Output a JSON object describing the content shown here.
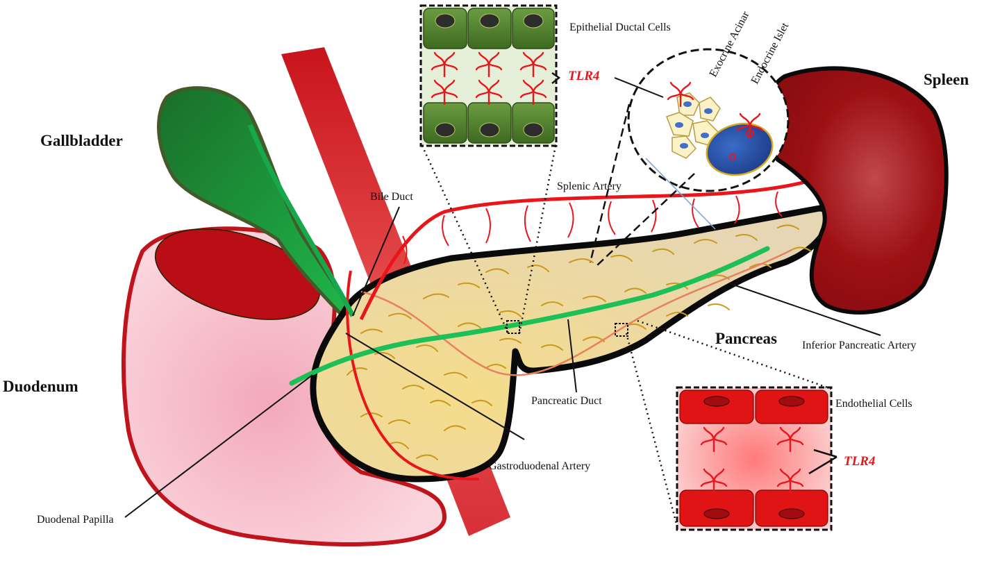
{
  "colors": {
    "tlr4": "#e8151b",
    "gallbladder": "#1f8a2e",
    "duodenum_fill": "#f6c3cd",
    "duodenum_outline": "#c0141c",
    "pancreas_fill": "#ecd8a6",
    "duct": "#1fbf57",
    "spleen": "#9d1014",
    "artery": "#e8151b",
    "ductal_cell": "#4d7d2c",
    "endothelial_cell": "#e01414",
    "acinar_cell": "#fbf2c8",
    "islet": "#2148a0"
  },
  "labels": {
    "gallbladder": "Gallbladder",
    "duodenum": "Duodenum",
    "spleen": "Spleen",
    "pancreas": "Pancreas",
    "bile_duct": "Bile Duct",
    "splenic_artery": "Splenic Artery",
    "pancreatic_duct": "Pancreatic Duct",
    "gastroduodenal_artery": "Gastroduodenal Artery",
    "duodenal_papilla": "Duodenal Papilla",
    "inferior_pancreatic_artery": "Inferior Pancreatic Artery"
  },
  "insets": {
    "ductal": {
      "title": "Epithelial Ductal Cells",
      "receptor": "TLR4"
    },
    "islet": {
      "acinar": "Exocrine Acinar",
      "endocrine": "Endocrine Islet"
    },
    "endothelial": {
      "title": "Endothelial Cells",
      "receptor": "TLR4"
    }
  }
}
